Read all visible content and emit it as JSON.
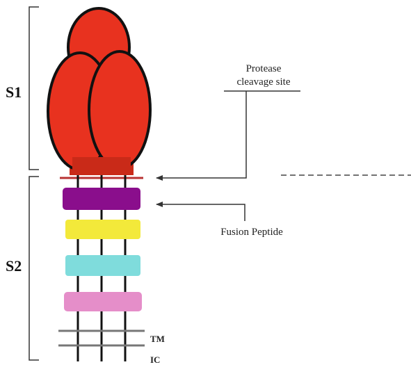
{
  "labels": {
    "s1": "S1",
    "s2": "S2",
    "protease_line1": "Protease",
    "protease_line2": "cleavage site",
    "fusion_peptide": "Fusion Peptide",
    "tm": "TM",
    "ic": "IC"
  },
  "colors": {
    "s1_head": "#e8321f",
    "s1_outline": "#111111",
    "s1_base": "#c92a18",
    "cleavage_line": "#b83232",
    "fusion_peptide_block": "#8a0e8c",
    "block_yellow": "#f3e93a",
    "block_cyan": "#7fdcdc",
    "block_pink": "#e58ec9",
    "stalk": "#111111",
    "membrane": "#777777",
    "arrow": "#333333",
    "bracket": "#333333"
  }
}
